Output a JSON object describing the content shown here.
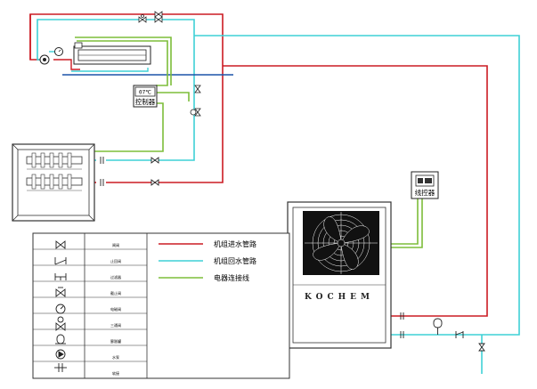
{
  "colors": {
    "supply_pipe": "#cc1b23",
    "return_pipe": "#3fd0d6",
    "wiring": "#7dbd3a",
    "blue_pipe": "#1c54a8",
    "frame": "#333333"
  },
  "controller": {
    "display": "07℃",
    "label": "控制器"
  },
  "wire_controller": {
    "label": "线控器"
  },
  "outdoor_unit": {
    "brand": "KOCHEM"
  },
  "legend": {
    "symbols": [
      {
        "icon": "gate-valve-icon",
        "name": "闸阀"
      },
      {
        "icon": "check-valve-icon",
        "name": "止回阀"
      },
      {
        "icon": "filter-icon",
        "name": "过滤器"
      },
      {
        "icon": "relief-valve-icon",
        "name": "截止阀"
      },
      {
        "icon": "gauge-icon",
        "name": "电磁阀"
      },
      {
        "icon": "two-way-valve-icon",
        "name": "三通阀"
      },
      {
        "icon": "expansion-tank-icon",
        "name": "膨胀罐"
      },
      {
        "icon": "pump-icon",
        "name": "水泵"
      },
      {
        "icon": "union-icon",
        "name": "软接"
      }
    ],
    "lines": [
      {
        "color": "supply_pipe",
        "label": "机组进水管路"
      },
      {
        "color": "return_pipe",
        "label": "机组回水管路"
      },
      {
        "color": "wiring",
        "label": "电器连接线"
      }
    ]
  }
}
